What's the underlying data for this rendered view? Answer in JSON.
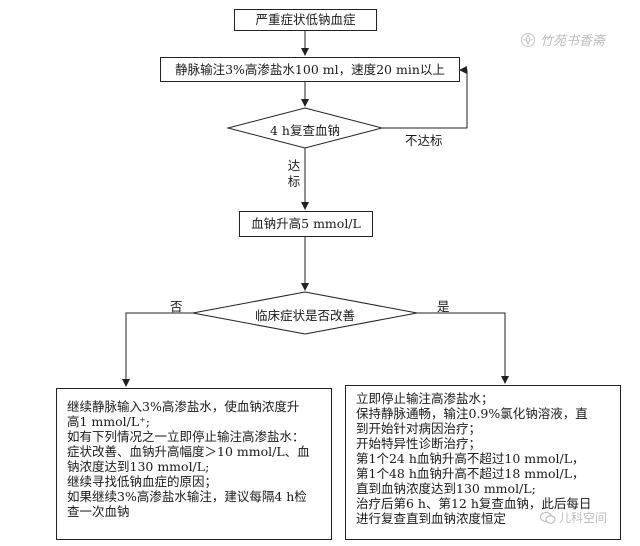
{
  "flow": {
    "start": "严重症状低钠血症",
    "infuse": "静脉输注3%高渗盐水100 ml，速度20 min以上",
    "recheck": "4 h复查血钠",
    "not_reached": "不达标",
    "reached": "达\n标",
    "raise": "血钠升高5 mmol/L",
    "improve_q": "临床症状是否改善",
    "no": "否",
    "yes": "是",
    "left_box": [
      "继续静脉输入3%高渗盐水，使血钠浓度升",
      "高1 mmol/L⁺;",
      "如有下列情况之一立即停止输注高渗盐水：",
      "症状改善、血钠升高幅度＞10 mmol/L、血",
      "钠浓度达到130 mmol/L;",
      "继续寻找低钠血症的原因；",
      "如果继续3%高渗盐水输注，建议每隔4 h检",
      "查一次血钠"
    ],
    "right_box": [
      "立即停止输注高渗盐水；",
      "保持静脉通畅，输注0.9%氯化钠溶液，直",
      "到开始针对病因治疗；",
      "开始特异性诊断治疗；",
      "第1个24 h血钠升高不超过10 mmol/L，",
      "第1个48 h血钠升高不超过18 mmol/L，",
      "直到血钠浓度达到130 mmol/L;",
      "治疗后第6 h、第12 h复查血钠，此后每日",
      "进行复查直到血钠浓度恒定"
    ]
  },
  "watermarks": {
    "top_right": "竹苑书香斋",
    "bottom_right": "儿科空间"
  }
}
